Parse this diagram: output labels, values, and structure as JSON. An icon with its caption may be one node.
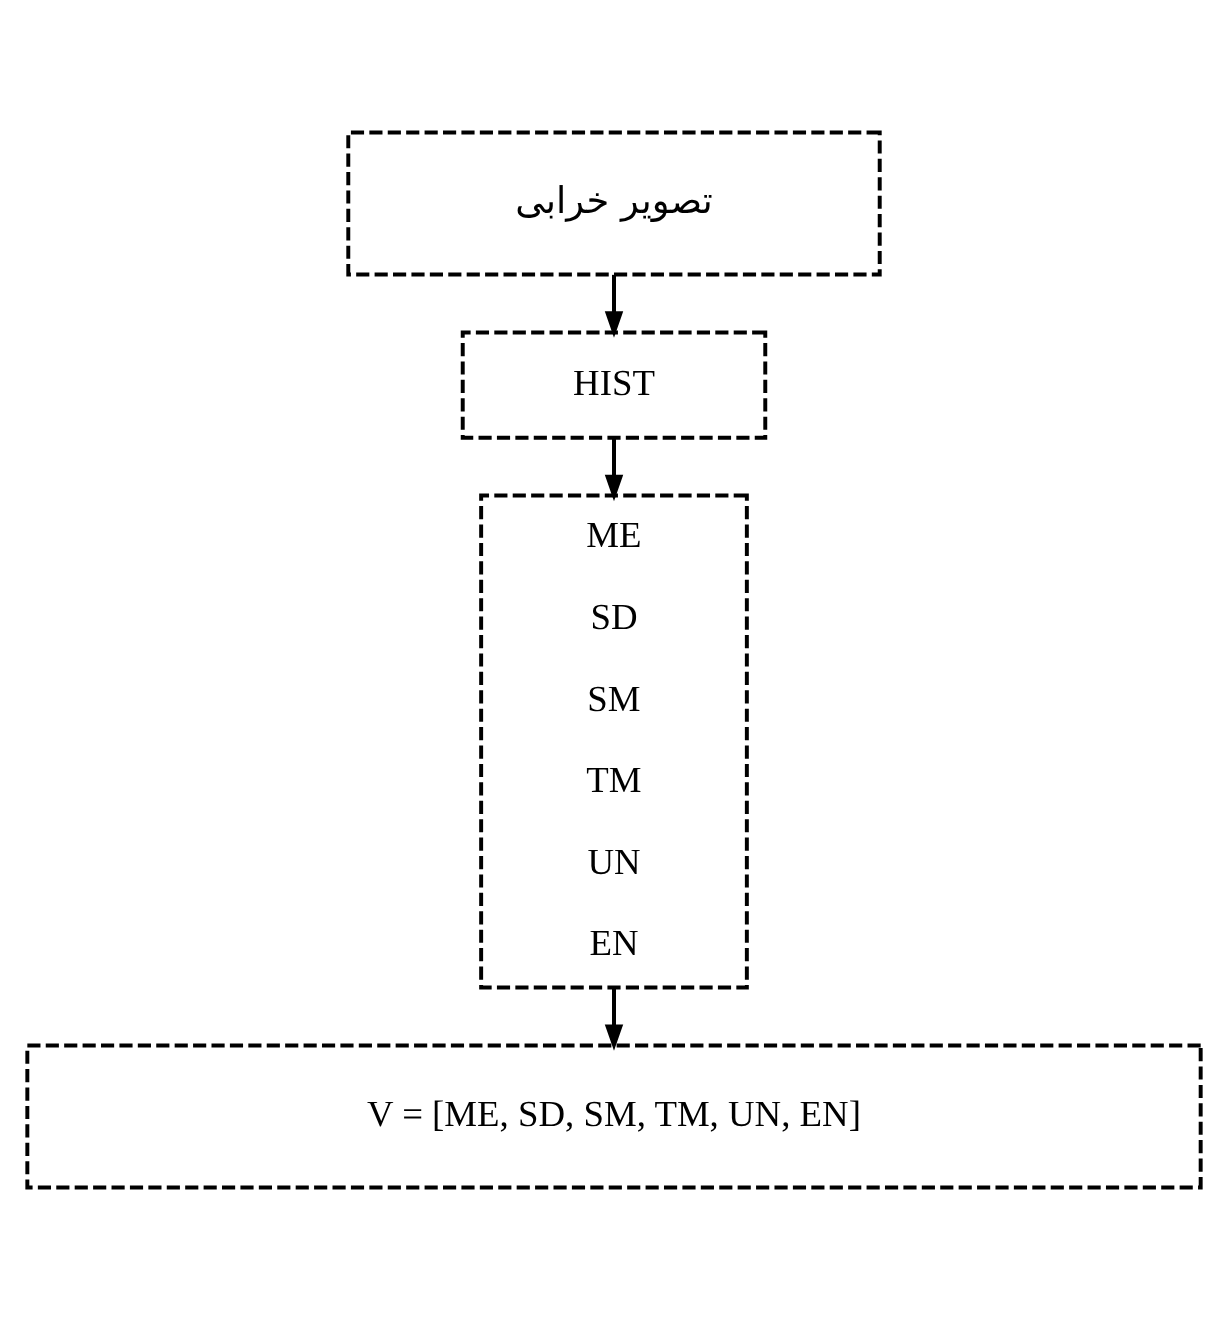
{
  "diagram": {
    "nodes": [
      {
        "text": [
          "تصویر خرابی"
        ]
      },
      {
        "text": [
          "HIST"
        ]
      },
      {
        "text": [
          "ME",
          "SD",
          "SM",
          "TM",
          "UN",
          "EN"
        ]
      },
      {
        "text": [
          "V = [ME, SD, SM, TM, UN, EN]"
        ]
      }
    ],
    "edges": [
      {
        "from": 0,
        "to": 1,
        "arrow": "to"
      },
      {
        "from": 1,
        "to": 2,
        "arrow": "to"
      },
      {
        "from": 2,
        "to": 3,
        "arrow": "to"
      }
    ]
  }
}
